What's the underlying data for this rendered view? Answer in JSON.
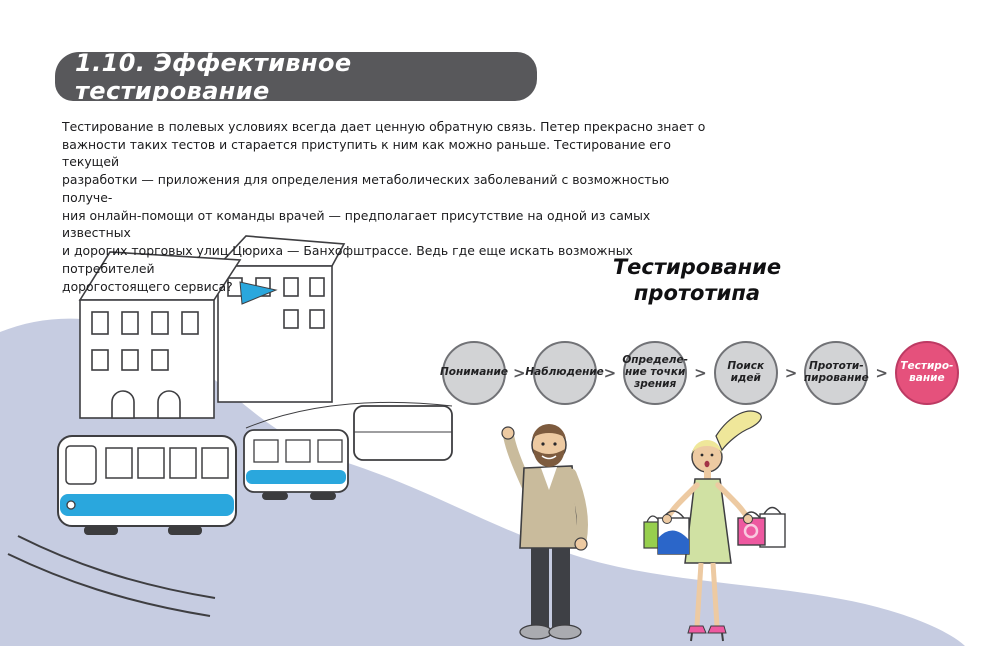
{
  "header": {
    "title": "1.10. Эффективное тестирование"
  },
  "body_text": "Тестирование в полевых условиях всегда дает ценную обратную связь. Петер прекрасно знает о\nважности таких тестов и старается приступить к ним как можно раньше. Тестирование его текущей\nразработки — приложения для определения метаболических заболеваний с возможностью получе-\nния онлайн-помощи от команды врачей — предполагает присутствие на одной из самых известных\nи дорогих торговых улиц Цюриха — Банхофштрассе. Ведь где еще искать возможных потребителей\nдорогостоящего сервиса?",
  "diagram": {
    "title": "Тестирование\nпрототипа",
    "separator": ">",
    "steps": [
      {
        "label": "Понимание",
        "highlighted": false
      },
      {
        "label": "Наблюдение",
        "highlighted": false
      },
      {
        "label": "Определе-\nние точки\nзрения",
        "highlighted": false
      },
      {
        "label": "Поиск идей",
        "highlighted": false
      },
      {
        "label": "Прототи-\nпирование",
        "highlighted": false
      },
      {
        "label": "Тестиро-\nвание",
        "highlighted": true
      }
    ]
  },
  "colors": {
    "banner-gray": "#58585b",
    "accent-pink": "#e5517c",
    "accent-pink-border": "#bd3a63",
    "circle-gray": "#d2d3d5",
    "circle-border": "#717276",
    "blob-blue": "#c6cce1",
    "tram-blue": "#2aa7dd",
    "ink": "#3e3e41",
    "jacket-tan": "#c9bb9c",
    "skin": "#edcaa2",
    "hair-blonde": "#efe79a",
    "dress-green": "#d0e1a3",
    "bag-pink": "#ee59a0",
    "bag-green": "#97cf4e",
    "bag-blue": "#2b66c9",
    "pants-gray": "#3e4045",
    "beard-brown": "#7d5b3e"
  }
}
